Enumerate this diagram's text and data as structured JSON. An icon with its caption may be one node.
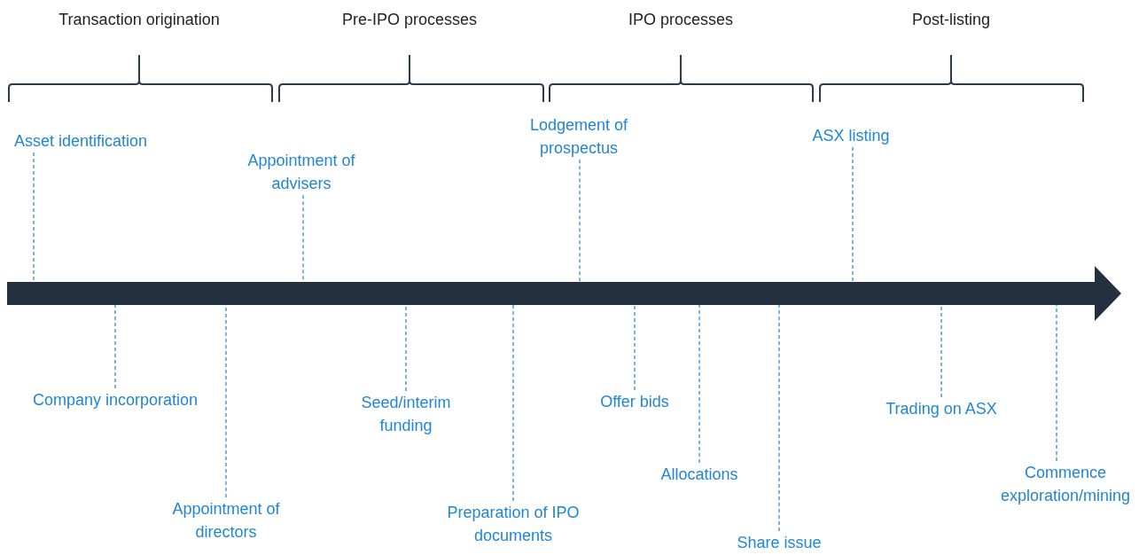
{
  "diagram": {
    "nodes": [
      {
        "text": [
          "Asset identification"
        ]
      },
      {
        "text": [
          "Company incorporation"
        ]
      },
      {
        "text": [
          "Appointment of directors"
        ]
      },
      {
        "text": [
          "Appointment of advisers"
        ]
      },
      {
        "text": [
          "Seed/interim funding"
        ]
      },
      {
        "text": [
          "Preparation of IPO documents"
        ]
      },
      {
        "text": [
          "Lodgement of prospectus"
        ]
      },
      {
        "text": [
          "Offer bids"
        ]
      },
      {
        "text": [
          "Allocations"
        ]
      },
      {
        "text": [
          "Share issue"
        ]
      },
      {
        "text": [
          "ASX listing"
        ]
      },
      {
        "text": [
          "Trading on ASX"
        ]
      },
      {
        "text": [
          "Commence exploration/mining"
        ]
      },
      {
        "text": [],
        "shape": "bar"
      }
    ],
    "edges": [
      {
        "from": 0,
        "to": 13,
        "arrow": "none",
        "style": "dashed"
      },
      {
        "from": 1,
        "to": 13,
        "arrow": "none",
        "style": "dashed"
      },
      {
        "from": 2,
        "to": 13,
        "arrow": "none",
        "style": "dashed"
      },
      {
        "from": 3,
        "to": 13,
        "arrow": "none",
        "style": "dashed"
      },
      {
        "from": 4,
        "to": 13,
        "arrow": "none",
        "style": "dashed"
      },
      {
        "from": 5,
        "to": 13,
        "arrow": "none",
        "style": "dashed"
      },
      {
        "from": 6,
        "to": 13,
        "arrow": "none",
        "style": "dashed"
      },
      {
        "from": 7,
        "to": 13,
        "arrow": "none",
        "style": "dashed"
      },
      {
        "from": 8,
        "to": 13,
        "arrow": "none",
        "style": "dashed"
      },
      {
        "from": 9,
        "to": 13,
        "arrow": "none",
        "style": "dashed"
      },
      {
        "from": 10,
        "to": 13,
        "arrow": "none",
        "style": "dashed"
      },
      {
        "from": 11,
        "to": 13,
        "arrow": "none",
        "style": "dashed"
      },
      {
        "from": 12,
        "to": 13,
        "arrow": "none",
        "style": "dashed"
      }
    ],
    "labels": [
      "Transaction origination",
      "Pre-IPO processes",
      "IPO processes",
      "Post-listing"
    ]
  }
}
